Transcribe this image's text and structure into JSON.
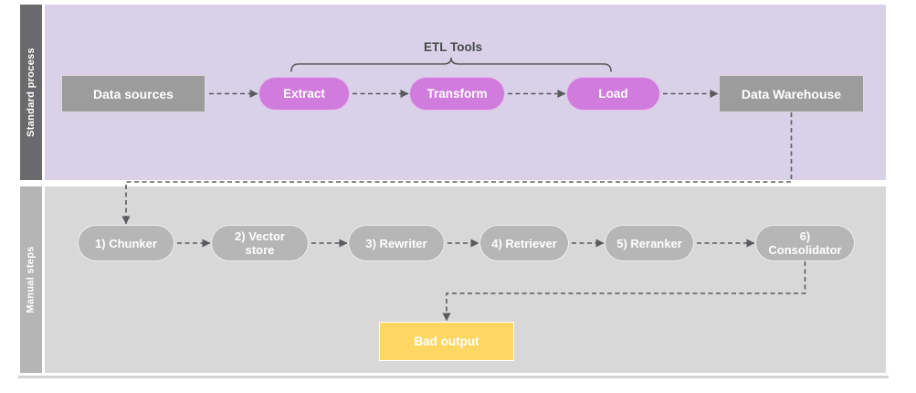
{
  "lanes": [
    {
      "label": "Standard process"
    },
    {
      "label": "Manual steps"
    }
  ],
  "group_label": "ETL Tools",
  "nodes": {
    "data_sources": "Data sources",
    "extract": "Extract",
    "transform": "Transform",
    "load": "Load",
    "data_warehouse": "Data Warehouse",
    "chunker": "1) Chunker",
    "vector_store": "2) Vector\nstore",
    "rewriter": "3) Rewriter",
    "retriever": "4) Retriever",
    "reranker": "5) Reranker",
    "consolidator": "6)\nConsolidator",
    "bad_output": "Bad output"
  },
  "colors": {
    "lane-standard-bg": "#d8d1e8",
    "lane-manual-bg": "#d8d8d8",
    "sidebar-standard": "#6a6a6c",
    "sidebar-manual": "#b5b5b5",
    "pill-magenta": "#d07cdd",
    "box-gray": "#9c9c9c",
    "pill-gray": "#b6b6b6",
    "output-yellow": "#fed763",
    "connector": "#5a5b5e",
    "label-dark": "#46494c"
  }
}
